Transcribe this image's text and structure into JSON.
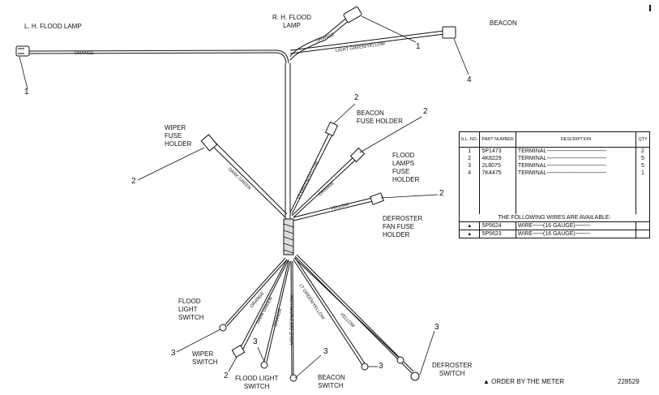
{
  "labels": {
    "lh_flood_lamp": "L. H. FLOOD LAMP",
    "rh_flood_lamp": "R. H. FLOOD\nLAMP",
    "beacon": "BEACON",
    "wiper_fuse_holder": "WIPER\nFUSE\nHOLDER",
    "beacon_fuse_holder": "BEACON\nFUSE HOLDER",
    "flood_lamps_fuse_holder": "FLOOD\nLAMPS\nFUSE\nHOLDER",
    "defroster_fan_fuse_holder": "DEFROSTER\nFAN FUSE\nHOLDER",
    "flood_light_switch_left": "FLOOD\nLIGHT\nSWITCH",
    "wiper_switch": "WIPER\nSWITCH",
    "flood_light_switch_bottom": "FLOOD LIGHT\nSWITCH",
    "beacon_switch": "BEACON\nSWITCH",
    "defroster_switch": "DEFROSTER\nSWITCH"
  },
  "wire_labels": {
    "orange_left": "ORANGE",
    "orange_top": "ORANGE",
    "light_green_yellow_top": "LIGHT GREEN/YELLOW",
    "dark_green_upper": "DARK GREEN",
    "lt_green_yellow_upper": "LT GREEN/YELLOW",
    "orange_upper": "ORANGE",
    "yellow_upper": "YELLOW",
    "orange_lower_a": "ORANGE",
    "dark_green_lower": "DARK GREEN",
    "orange_lower_b": "ORANGE",
    "light_green_yellow_lower": "LIGHT GREEN/YELLOW",
    "lt_green_yellow_lower": "LT GREEN/YELLOW",
    "yellow_lower": "YELLOW"
  },
  "callouts": {
    "c_lh_lamp": "1",
    "c_rh_lamp": "1",
    "c_beacon": "4",
    "c_wiper_fuse": "2",
    "c_beacon_fuse": "2",
    "c_flood_fuse": "2",
    "c_defroster_fuse": "2",
    "c_flood_switch": "3",
    "c_wiper_switch": "2",
    "c_wiper_switch_b": "3",
    "c_beacon_switch": "3",
    "c_beacon_switch_b": "3",
    "c_defroster_switch": "3"
  },
  "parts_table": {
    "headers": [
      "ILL. NO.",
      "PART NUMBER",
      "DESCRIPTION",
      "QTY"
    ],
    "rows": [
      {
        "ill": "1",
        "part": "5P1473",
        "desc": "TERMINAL",
        "qty": "2"
      },
      {
        "ill": "2",
        "part": "4K8229",
        "desc": "TERMINAL",
        "qty": "5"
      },
      {
        "ill": "3",
        "part": "2L8075",
        "desc": "TERMINAL",
        "qty": "5"
      },
      {
        "ill": "4",
        "part": "7K4475",
        "desc": "TERMINAL",
        "qty": "1"
      }
    ],
    "note": "THE FOLLOWING WIRES ARE AVAILABLE:",
    "wire_rows": [
      {
        "mark": "▲",
        "part": "5P5624",
        "desc": "WIRE",
        "gauge": "(16 gauge)"
      },
      {
        "mark": "▲",
        "part": "5P5623",
        "desc": "WIRE",
        "gauge": "(16 gauge)"
      }
    ]
  },
  "footnote": "▲ ORDER BY THE METER",
  "drawing_number": "228529"
}
